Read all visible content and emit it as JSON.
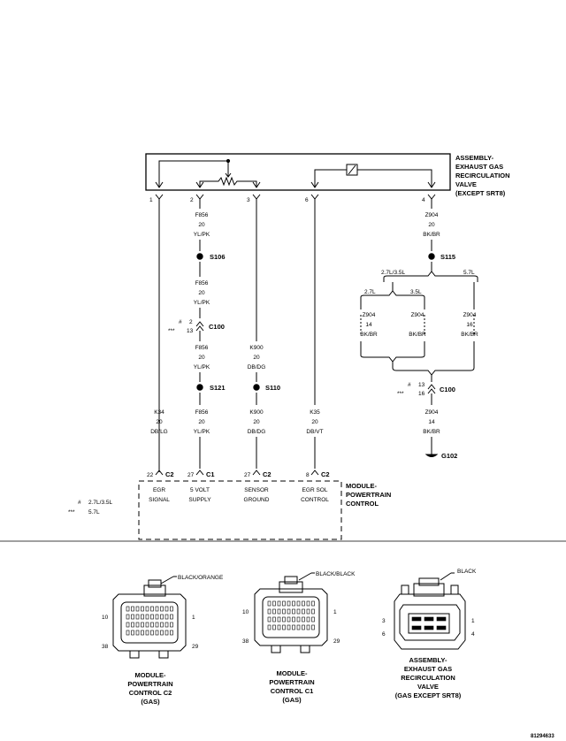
{
  "exhaust_valve": {
    "title_lines": [
      "ASSEMBLY-",
      "EXHAUST GAS",
      "RECIRCULATION",
      "VALVE",
      "(EXCEPT SRT8)"
    ],
    "pins": [
      "1",
      "2",
      "3",
      "6",
      "4"
    ]
  },
  "wires": {
    "egr_signal": {
      "circuit": "K34",
      "gauge": "20",
      "color": "DB/LG"
    },
    "supply_top": {
      "circuit": "F856",
      "gauge": "20",
      "color": "YL/PK"
    },
    "supply_mid": {
      "circuit": "F856",
      "gauge": "20",
      "color": "YL/PK"
    },
    "supply_low": {
      "circuit": "F856",
      "gauge": "20",
      "color": "YL/PK"
    },
    "supply_bot": {
      "circuit": "F856",
      "gauge": "20",
      "color": "YL/PK"
    },
    "ground_top": {
      "circuit": "K900",
      "gauge": "20",
      "color": "DB/DG"
    },
    "ground_bot": {
      "circuit": "K900",
      "gauge": "20",
      "color": "DB/DG"
    },
    "sol_control": {
      "circuit": "K35",
      "gauge": "20",
      "color": "DB/VT"
    },
    "z904_top": {
      "circuit": "Z904",
      "gauge": "20",
      "color": "BK/BR"
    },
    "z904_a": {
      "circuit": "Z904",
      "gauge": "14",
      "color": "BK/BR"
    },
    "z904_b": {
      "circuit": "Z904",
      "gauge": "",
      "color": "BK/BR"
    },
    "z904_c": {
      "circuit": "Z904",
      "gauge": "16",
      "color": "BK/BR"
    },
    "z904_bot": {
      "circuit": "Z904",
      "gauge": "14",
      "color": "BK/BR"
    }
  },
  "splices": {
    "s106": "S106",
    "s121": "S121",
    "s110": "S110",
    "s115": "S115"
  },
  "connectors": {
    "c100_left": {
      "name": "C100",
      "pin_a_mark": "#",
      "pin_a": "2",
      "pin_b_mark": "***",
      "pin_b": "13"
    },
    "c100_right": {
      "name": "C100",
      "pin_a_mark": "#",
      "pin_a": "13",
      "pin_b_mark": "***",
      "pin_b": "16"
    }
  },
  "ground": "G102",
  "engine_options": {
    "top": "2.7L/3.5L",
    "right": "5.7L",
    "sub_left": "2.7L",
    "sub_right": "3.5L"
  },
  "pcm": {
    "title_lines": [
      "MODULE-",
      "POWERTRAIN",
      "CONTROL"
    ],
    "pins": [
      {
        "num": "22",
        "conn": "C2",
        "label1": "EGR",
        "label2": "SIGNAL"
      },
      {
        "num": "27",
        "conn": "C1",
        "label1": "5 VOLT",
        "label2": "SUPPLY"
      },
      {
        "num": "27",
        "conn": "C2",
        "label1": "SENSOR",
        "label2": "GROUND"
      },
      {
        "num": "8",
        "conn": "C2",
        "label1": "EGR SOL",
        "label2": "CONTROL"
      }
    ]
  },
  "legend": {
    "line1_mark": "#",
    "line1": "2.7L/3.5L",
    "line2_mark": "***",
    "line2": "5.7L"
  },
  "connector_views": [
    {
      "color_label": "BLACK/ORANGE",
      "pin_tl": "10",
      "pin_tr": "1",
      "pin_bl": "38",
      "pin_br": "29",
      "caption": [
        "MODULE-",
        "POWERTRAIN",
        "CONTROL C2",
        "(GAS)"
      ]
    },
    {
      "color_label": "BLACK/BLACK",
      "pin_tl": "10",
      "pin_tr": "1",
      "pin_bl": "38",
      "pin_br": "29",
      "caption": [
        "MODULE-",
        "POWERTRAIN",
        "CONTROL C1",
        "(GAS)"
      ]
    },
    {
      "color_label": "BLACK",
      "pin_tl": "3",
      "pin_tr": "1",
      "pin_bl": "6",
      "pin_br": "4",
      "caption": [
        "ASSEMBLY-",
        "EXHAUST GAS",
        "RECIRCULATION",
        "VALVE",
        "(GAS EXCEPT SRT8)"
      ]
    }
  ],
  "figure_id": "81294633"
}
